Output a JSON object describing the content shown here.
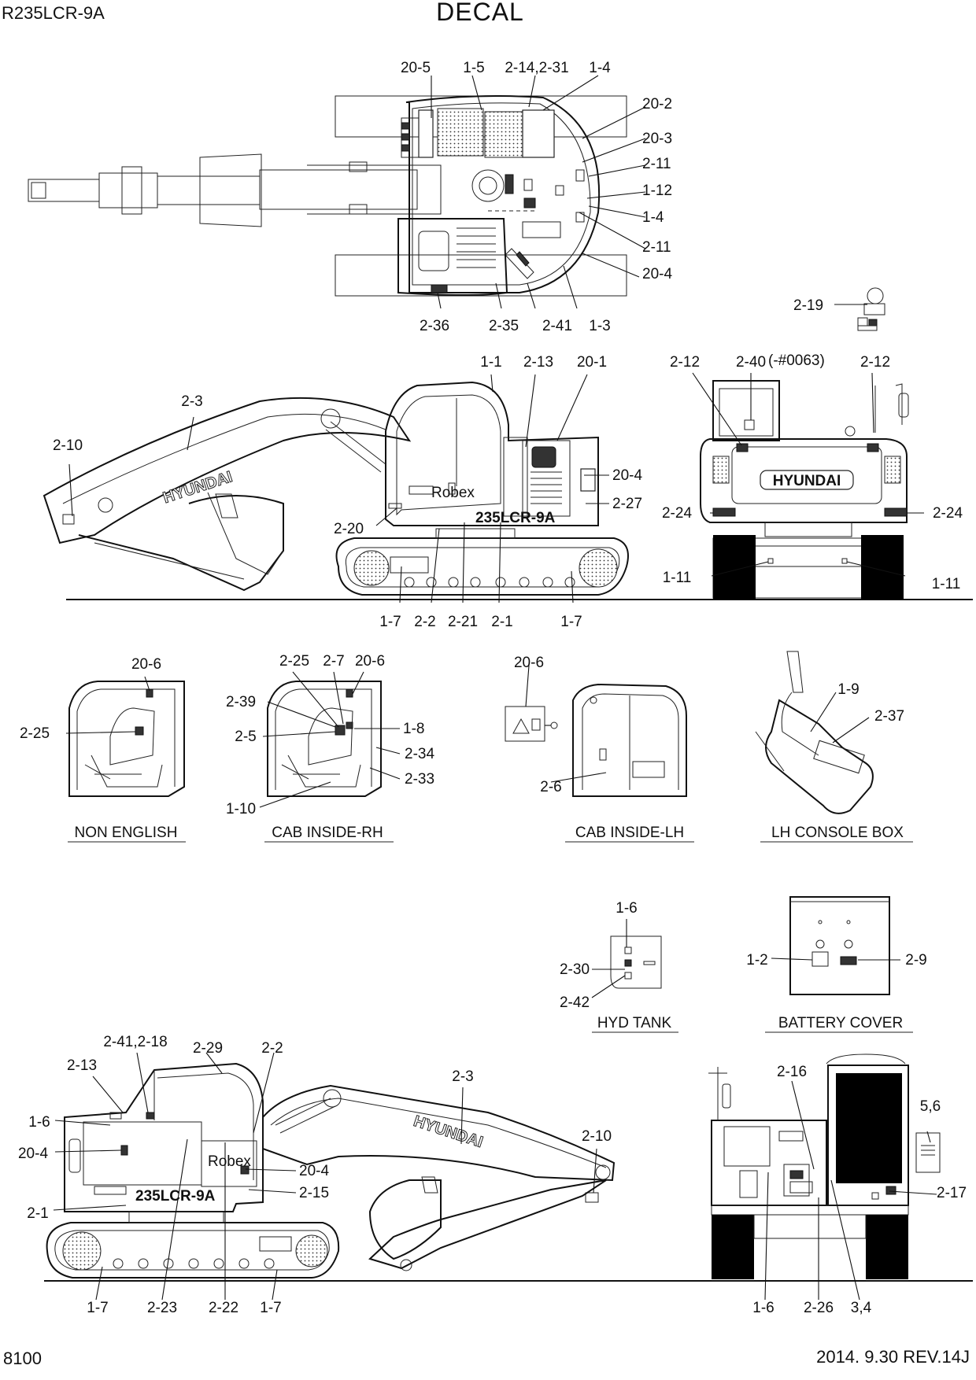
{
  "header": {
    "model": "R235LCR-9A",
    "title": "DECAL"
  },
  "footer": {
    "page": "8100",
    "revision": "2014. 9.30  REV.14J"
  },
  "brand": {
    "logo_text": "HYUNDAI",
    "badge_text": "Robex",
    "model_badge": "235LCR-9A"
  },
  "top_view": {
    "labels": [
      "20-5",
      "1-5",
      "2-14,2-31",
      "1-4",
      "20-2",
      "20-3",
      "2-11",
      "1-12",
      "1-4",
      "2-11",
      "20-4",
      "2-36",
      "2-35",
      "2-41",
      "1-3"
    ],
    "extra": "2-19"
  },
  "side_view_lh": {
    "labels": [
      "2-3",
      "2-10",
      "1-1",
      "2-13",
      "20-1",
      "20-4",
      "2-27",
      "2-20",
      "1-7",
      "2-2",
      "2-21",
      "2-1",
      "1-7"
    ]
  },
  "rear_view": {
    "labels": [
      "2-12",
      "2-40",
      "(-#0063)",
      "2-12",
      "2-24",
      "2-24",
      "1-11",
      "1-11"
    ]
  },
  "details": {
    "non_english": {
      "caption": "NON ENGLISH",
      "labels": [
        "20-6",
        "2-25"
      ]
    },
    "cab_inside_rh": {
      "caption": "CAB INSIDE-RH",
      "labels": [
        "2-25",
        "2-7",
        "20-6",
        "2-39",
        "2-5",
        "1-8",
        "2-34",
        "2-33",
        "1-10"
      ]
    },
    "cab_inside_lh": {
      "caption": "CAB INSIDE-LH",
      "labels": [
        "20-6",
        "2-6"
      ]
    },
    "lh_console_box": {
      "caption": "LH CONSOLE BOX",
      "labels": [
        "1-9",
        "2-37"
      ]
    },
    "hyd_tank": {
      "caption": "HYD TANK",
      "labels": [
        "1-6",
        "2-30",
        "2-42"
      ]
    },
    "battery_cover": {
      "caption": "BATTERY COVER",
      "labels": [
        "1-2",
        "2-9"
      ]
    }
  },
  "side_view_rh": {
    "labels": [
      "2-41,2-18",
      "2-29",
      "2-2",
      "2-13",
      "1-6",
      "20-4",
      "20-4",
      "2-15",
      "2-1",
      "2-3",
      "2-10",
      "1-7",
      "2-23",
      "2-22",
      "1-7"
    ]
  },
  "front_view": {
    "labels": [
      "2-16",
      "5,6",
      "2-17",
      "1-6",
      "2-26",
      "3,4"
    ]
  }
}
